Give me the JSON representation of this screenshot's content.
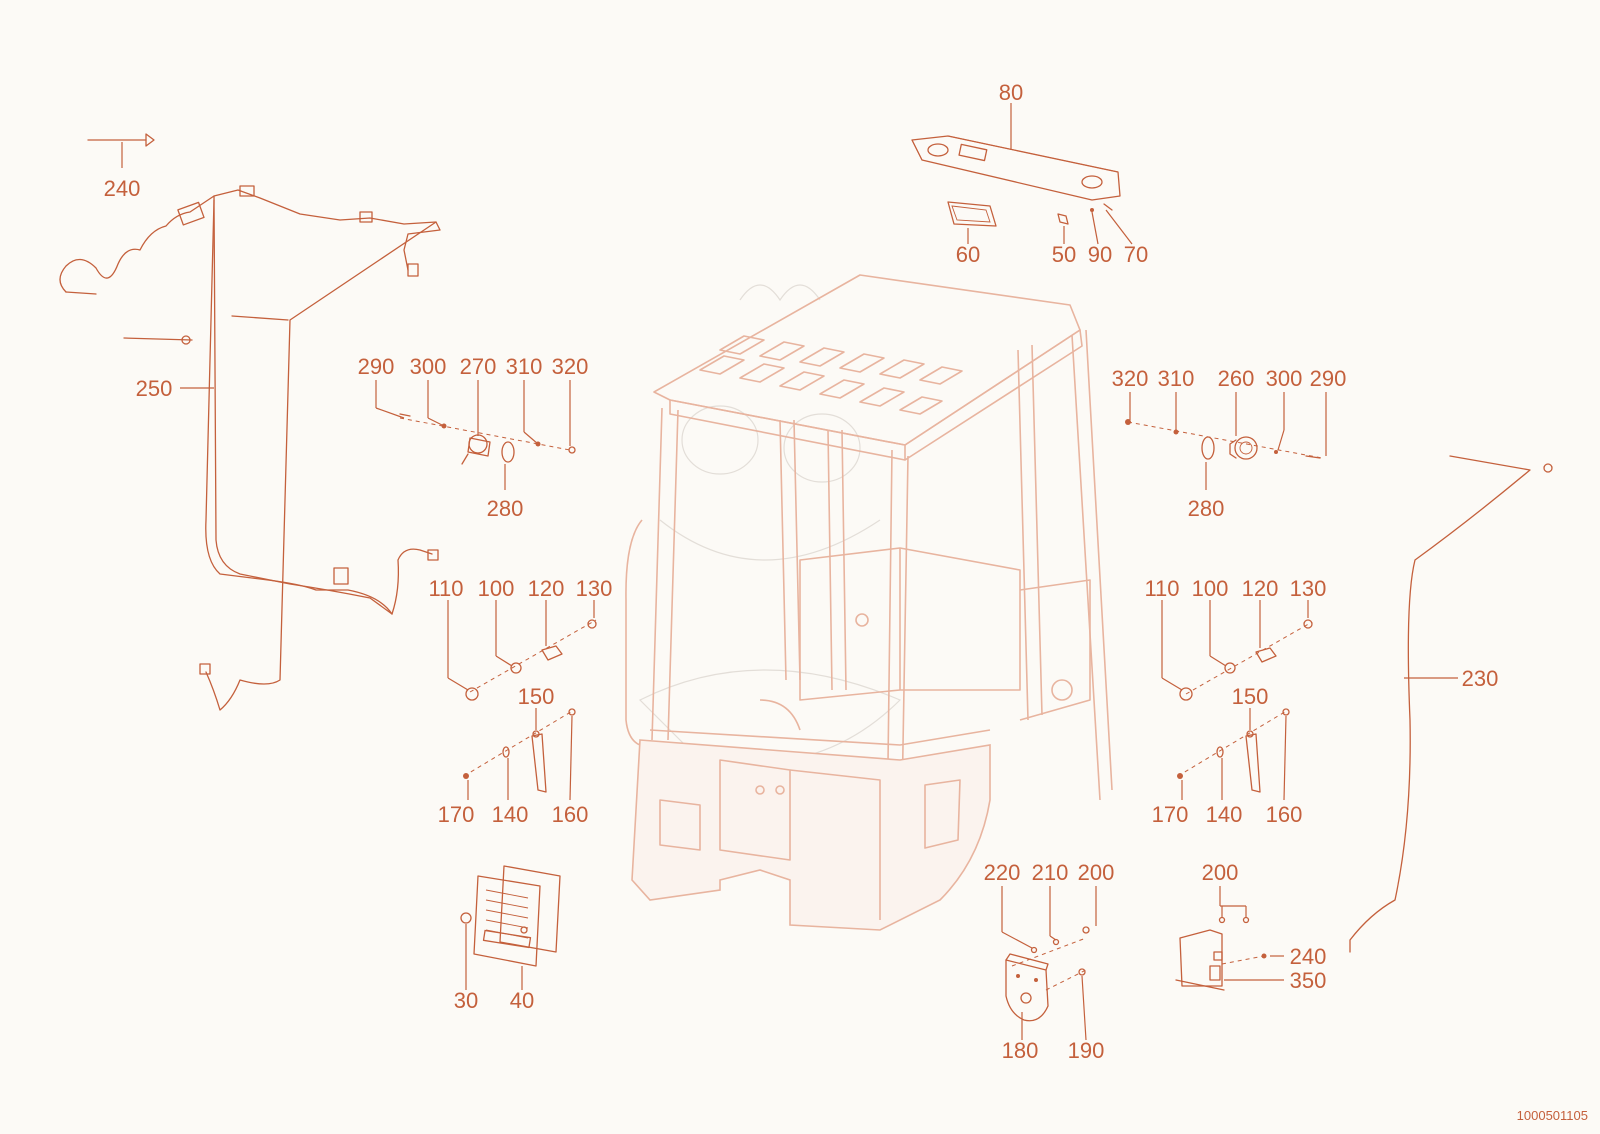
{
  "diagram": {
    "document_number": "1000501105",
    "callouts": [
      {
        "id": "c80",
        "text": "80"
      },
      {
        "id": "c60",
        "text": "60"
      },
      {
        "id": "c50",
        "text": "50"
      },
      {
        "id": "c90",
        "text": "90"
      },
      {
        "id": "c70",
        "text": "70"
      },
      {
        "id": "c240a",
        "text": "240"
      },
      {
        "id": "c250",
        "text": "250"
      },
      {
        "id": "cL290",
        "text": "290"
      },
      {
        "id": "cL300",
        "text": "300"
      },
      {
        "id": "cL270",
        "text": "270"
      },
      {
        "id": "cL310",
        "text": "310"
      },
      {
        "id": "cL320",
        "text": "320"
      },
      {
        "id": "cL280",
        "text": "280"
      },
      {
        "id": "cR320",
        "text": "320"
      },
      {
        "id": "cR310",
        "text": "310"
      },
      {
        "id": "cR260",
        "text": "260"
      },
      {
        "id": "cR300",
        "text": "300"
      },
      {
        "id": "cR290",
        "text": "290"
      },
      {
        "id": "cR280",
        "text": "280"
      },
      {
        "id": "cL110",
        "text": "110"
      },
      {
        "id": "cL100",
        "text": "100"
      },
      {
        "id": "cL120",
        "text": "120"
      },
      {
        "id": "cL130",
        "text": "130"
      },
      {
        "id": "cR110",
        "text": "110"
      },
      {
        "id": "cR100",
        "text": "100"
      },
      {
        "id": "cR120",
        "text": "120"
      },
      {
        "id": "cR130",
        "text": "130"
      },
      {
        "id": "cL150",
        "text": "150"
      },
      {
        "id": "cL170",
        "text": "170"
      },
      {
        "id": "cL140",
        "text": "140"
      },
      {
        "id": "cL160",
        "text": "160"
      },
      {
        "id": "cR150",
        "text": "150"
      },
      {
        "id": "cR170",
        "text": "170"
      },
      {
        "id": "cR140",
        "text": "140"
      },
      {
        "id": "cR160",
        "text": "160"
      },
      {
        "id": "c230",
        "text": "230"
      },
      {
        "id": "c220",
        "text": "220"
      },
      {
        "id": "c210",
        "text": "210"
      },
      {
        "id": "c200a",
        "text": "200"
      },
      {
        "id": "c200b",
        "text": "200"
      },
      {
        "id": "c240b",
        "text": "240"
      },
      {
        "id": "c350",
        "text": "350"
      },
      {
        "id": "c180",
        "text": "180"
      },
      {
        "id": "c190",
        "text": "190"
      },
      {
        "id": "c30",
        "text": "30"
      },
      {
        "id": "c40",
        "text": "40"
      }
    ]
  },
  "colors": {
    "accent": "#c4603c",
    "cab_outline": "#e8b49f",
    "background": "#fcfaf6"
  }
}
